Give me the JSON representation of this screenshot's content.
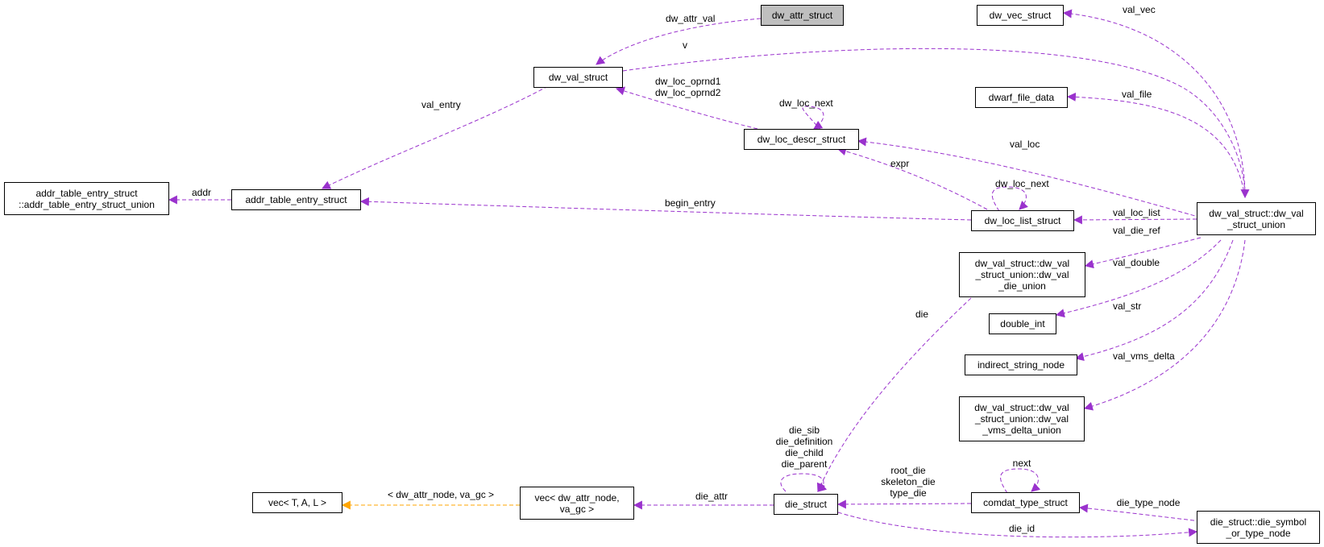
{
  "colors": {
    "usage_edge": "#9a32cd",
    "inherit_edge": "#ffa500",
    "focus_fill": "#bfbfbf"
  },
  "nodes": {
    "dw_attr_struct": "dw_attr_struct",
    "dw_val_struct": "dw_val_struct",
    "dw_vec_struct": "dw_vec_struct",
    "dwarf_file_data": "dwarf_file_data",
    "dw_loc_descr_struct": "dw_loc_descr_struct",
    "addr_table_entry_struct_union": "addr_table_entry_struct\n::addr_table_entry_struct_union",
    "addr_table_entry_struct": "addr_table_entry_struct",
    "dw_loc_list_struct": "dw_loc_list_struct",
    "dw_val_struct_union": "dw_val_struct::dw_val\n_struct_union",
    "dw_val_die_union": "dw_val_struct::dw_val\n_struct_union::dw_val\n_die_union",
    "double_int": "double_int",
    "indirect_string_node": "indirect_string_node",
    "dw_val_vms_delta_union": "dw_val_struct::dw_val\n_struct_union::dw_val\n_vms_delta_union",
    "vec_tal": "vec< T, A, L >",
    "vec_dw_attr_node": "vec< dw_attr_node,\n va_gc >",
    "die_struct": "die_struct",
    "comdat_type_struct": "comdat_type_struct",
    "die_symbol_or_type_node": "die_struct::die_symbol\n_or_type_node"
  },
  "edge_labels": {
    "dw_attr_val": "dw_attr_val",
    "v": "v",
    "val_vec": "val_vec",
    "val_file": "val_file",
    "val_entry": "val_entry",
    "dw_loc_oprnd1": "dw_loc_oprnd1",
    "dw_loc_oprnd2": "dw_loc_oprnd2",
    "dw_loc_next_descr": "dw_loc_next",
    "val_loc": "val_loc",
    "expr": "expr",
    "dw_loc_next_list": "dw_loc_next",
    "addr": "addr",
    "begin_entry": "begin_entry",
    "val_loc_list": "val_loc_list",
    "val_die_ref": "val_die_ref",
    "val_double": "val_double",
    "die": "die",
    "val_str": "val_str",
    "val_vms_delta": "val_vms_delta",
    "die_sib": "die_sib",
    "die_definition": "die_definition",
    "die_child": "die_child",
    "die_parent": "die_parent",
    "root_die": "root_die",
    "skeleton_die": "skeleton_die",
    "type_die": "type_die",
    "next": "next",
    "vec_template_args": "< dw_attr_node, va_gc >",
    "die_attr": "die_attr",
    "die_type_node": "die_type_node",
    "die_id": "die_id"
  }
}
